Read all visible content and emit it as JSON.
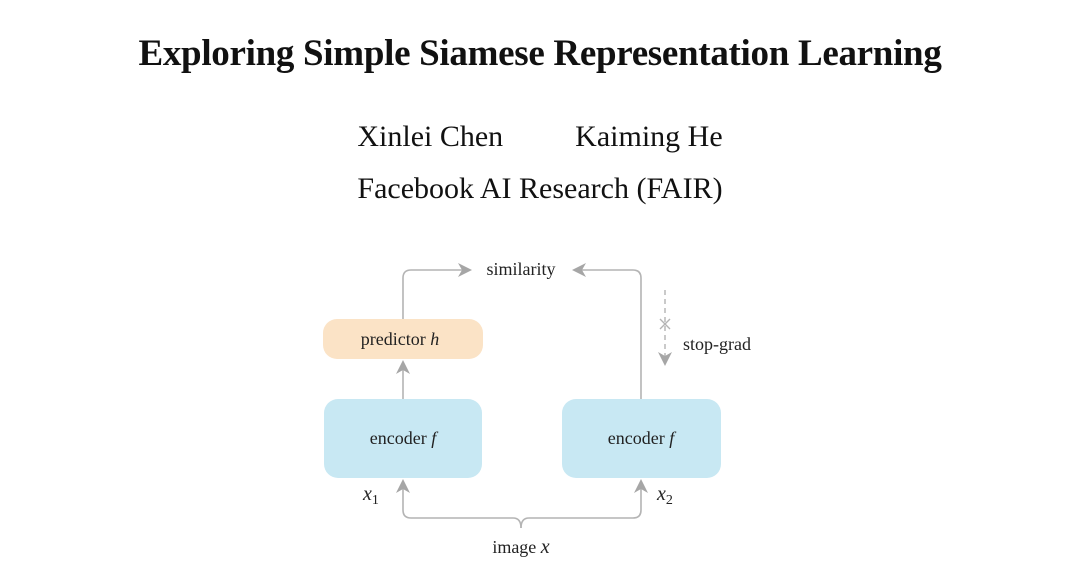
{
  "paper": {
    "title": "Exploring Simple Siamese Representation Learning",
    "authors": [
      "Xinlei Chen",
      "Kaiming He"
    ],
    "affiliation": "Facebook AI Research (FAIR)"
  },
  "diagram": {
    "similarity_label": "similarity",
    "predictor_label": "predictor",
    "predictor_var": "h",
    "encoder_left_label": "encoder",
    "encoder_right_label": "encoder",
    "encoder_var": "f",
    "x1_label": "x",
    "x1_sub": "1",
    "x2_label": "x",
    "x2_sub": "2",
    "stopgrad_label": "stop-grad",
    "image_label": "image",
    "image_var": "x",
    "colors": {
      "encoder_fill": "#c8e8f3",
      "predictor_fill": "#fbe3c6",
      "arrow": "#a6a6a6"
    }
  }
}
